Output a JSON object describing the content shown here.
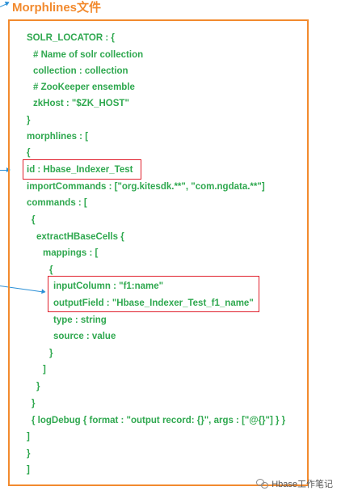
{
  "title": "Morphlines文件",
  "code_lines": [
    "SOLR_LOCATOR : {",
    "# Name of solr collection",
    "collection : collection",
    "# ZooKeeper ensemble",
    "zkHost : \"$ZK_HOST\"",
    "}",
    "morphlines : [",
    "{",
    "id : Hbase_Indexer_Test",
    "importCommands : [\"org.kitesdk.**\", \"com.ngdata.**\"]",
    "commands : [",
    "{",
    "extractHBaseCells {",
    "mappings : [",
    "{",
    "inputColumn : \"f1:name\"",
    "outputField : \"Hbase_Indexer_Test_f1_name\"",
    "type : string",
    "source : value",
    "}",
    "]",
    "}",
    "}",
    "{ logDebug { format : \"output record: {}\", args : [\"@{}\"] } }",
    "]",
    "}",
    "]"
  ],
  "watermark": "Hbase工作笔记",
  "colors": {
    "code": "#2fa84f",
    "frame": "#f28a2e",
    "highlight": "#e0202c",
    "arrow": "#2a8fd6"
  },
  "icons": [
    "arrow-icon",
    "wechat-icon"
  ]
}
